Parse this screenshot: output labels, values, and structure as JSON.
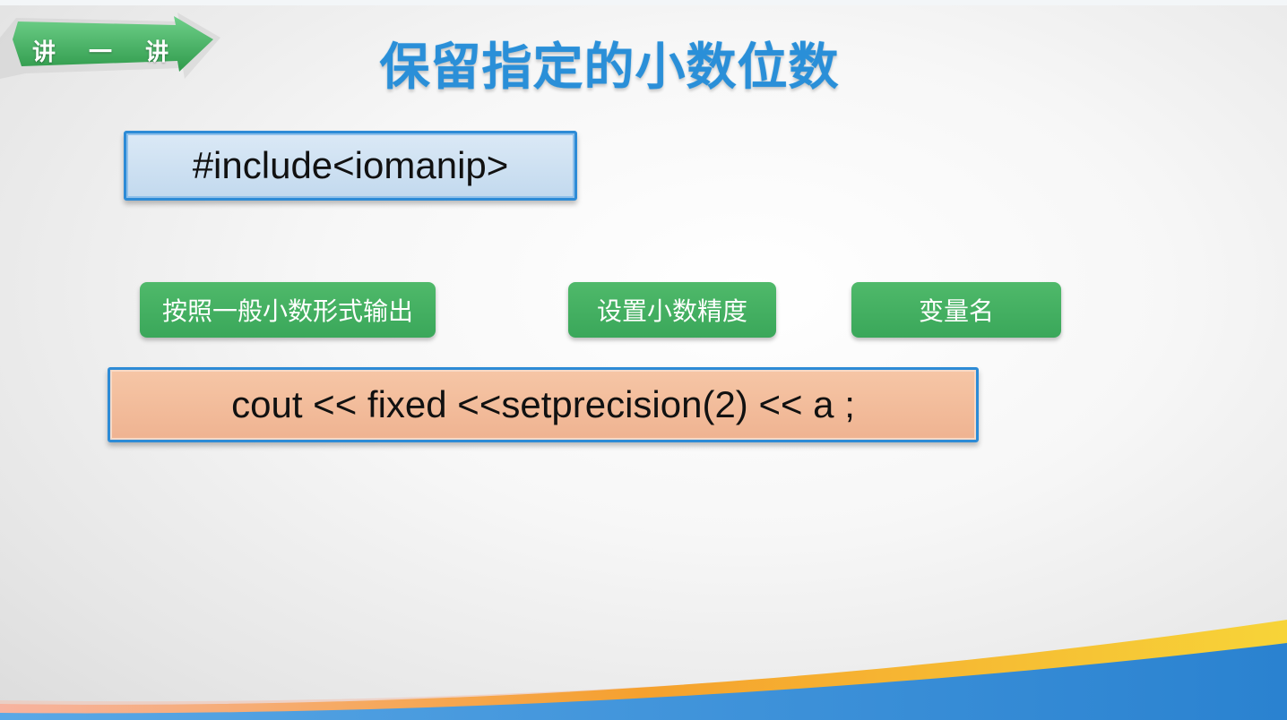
{
  "badge": {
    "label": "讲 一 讲",
    "color": "#3fb05a",
    "icon": "arrow-ribbon"
  },
  "title": {
    "text": "保留指定的小数位数",
    "color": "#2a8fd8"
  },
  "include_box": {
    "code": "#include<iomanip>",
    "fill": "#c9def0",
    "border": "#2d8bd6"
  },
  "code_box": {
    "code": "cout << fixed <<setprecision(2) << a ;",
    "fill": "#f2bb9b",
    "border": "#2d8bd6"
  },
  "callouts": [
    {
      "label": "按照一般小数形式输出"
    },
    {
      "label": "设置小数精度"
    },
    {
      "label": "变量名"
    }
  ],
  "accent_colors": {
    "green": "#3fb05a",
    "blue": "#2d8bd6",
    "orange": "#f2a324",
    "yellow": "#f5d23a"
  }
}
